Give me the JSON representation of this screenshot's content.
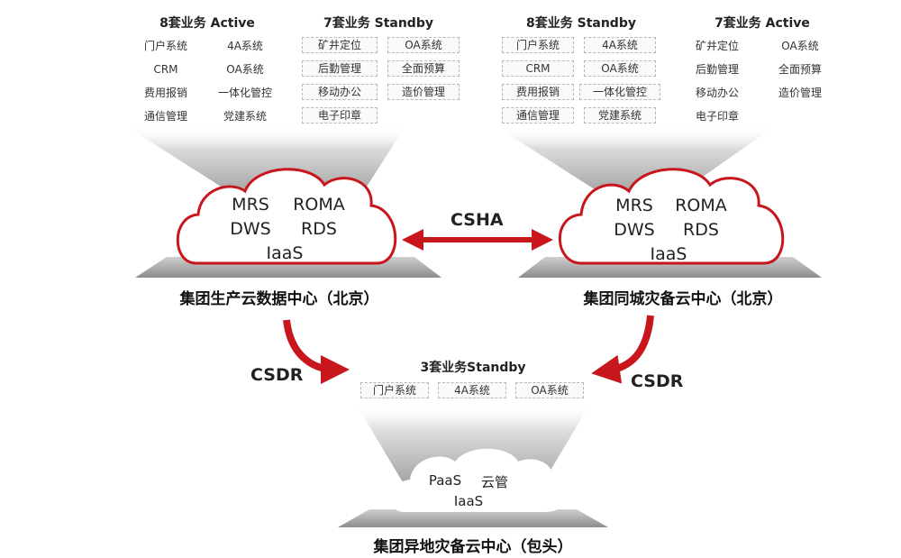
{
  "top_left": {
    "active": {
      "title": "8套业务 Active",
      "items": [
        "门户系统",
        "4A系统",
        "CRM",
        "OA系统",
        "费用报销",
        "一体化管控",
        "通信管理",
        "党建系统"
      ]
    },
    "standby": {
      "title": "7套业务 Standby",
      "items": [
        "矿井定位",
        "OA系统",
        "后勤管理",
        "全面预算",
        "移动办公",
        "造价管理",
        "电子印章"
      ]
    }
  },
  "top_right": {
    "standby": {
      "title": "8套业务 Standby",
      "items": [
        "门户系统",
        "4A系统",
        "CRM",
        "OA系统",
        "费用报销",
        "一体化管控",
        "通信管理",
        "党建系统"
      ]
    },
    "active": {
      "title": "7套业务 Active",
      "items": [
        "矿井定位",
        "OA系统",
        "后勤管理",
        "全面预算",
        "移动办公",
        "造价管理",
        "电子印章"
      ]
    }
  },
  "cloud_left": {
    "services": [
      "MRS",
      "ROMA",
      "DWS",
      "RDS",
      "IaaS"
    ]
  },
  "cloud_right": {
    "services": [
      "MRS",
      "ROMA",
      "DWS",
      "RDS",
      "IaaS"
    ]
  },
  "cloud_bottom": {
    "services": [
      "PaaS",
      "云管",
      "IaaS"
    ]
  },
  "links": {
    "csha": "CSHA",
    "csdr_left": "CSDR",
    "csdr_right": "CSDR"
  },
  "data_centers": {
    "left": "集团生产云数据中心（北京）",
    "right": "集团同城灾备云中心（北京）",
    "bottom": "集团异地灾备云中心（包头）"
  },
  "bottom_group": {
    "title": "3套业务Standby",
    "items": [
      "门户系统",
      "4A系统",
      "OA系统"
    ]
  },
  "colors": {
    "accent": "#c8161d",
    "cloud_fill": "#ffffff",
    "beam": "#d0d0d0"
  }
}
